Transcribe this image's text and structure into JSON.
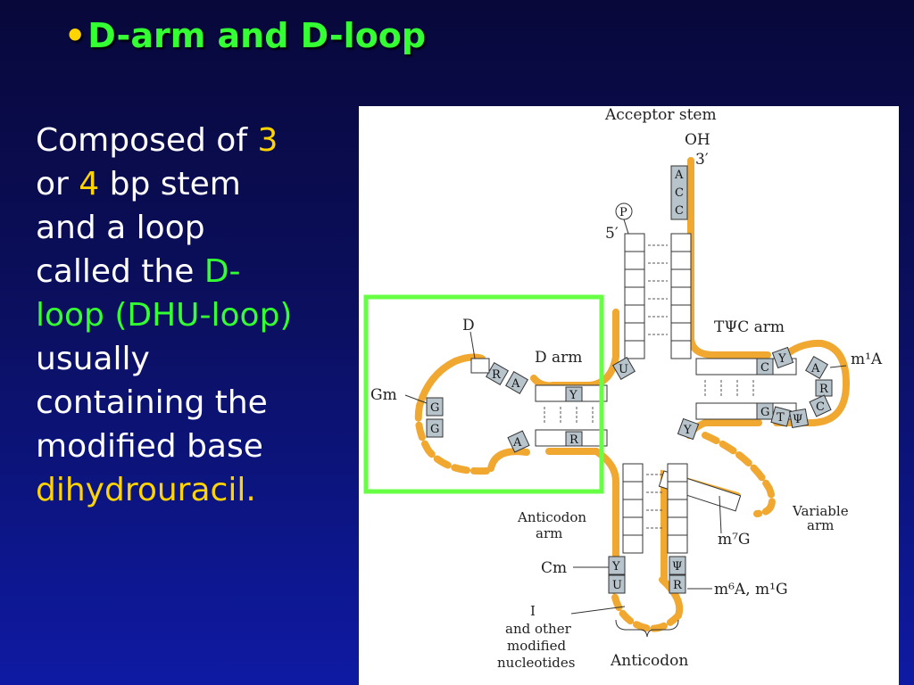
{
  "slide": {
    "title": "D-arm and D-loop",
    "bullet": "•",
    "body": {
      "l1a": "Composed of ",
      "l1b": "3",
      "l2a": "or ",
      "l2b": "4",
      "l2c": " bp stem",
      "l3": "and a loop",
      "l4a": "called the ",
      "l4b": "D-",
      "l5": "loop (DHU-loop)",
      "l6": "usually",
      "l7": "containing the",
      "l8": "modified base",
      "l9": "dihydrouracil."
    }
  },
  "diagram": {
    "labels": {
      "acceptor_stem": "Acceptor stem",
      "oh": "OH",
      "three_prime": "3′",
      "five_prime": "5′",
      "phosphate": "P",
      "d": "D",
      "d_arm": "D arm",
      "gm": "Gm",
      "tpsic_arm": "TΨC arm",
      "m1a": "m¹A",
      "variable_arm_1": "Variable",
      "variable_arm_2": "arm",
      "m7g": "m⁷G",
      "anticodon_arm_1": "Anticodon",
      "anticodon_arm_2": "arm",
      "cm": "Cm",
      "m6a_m1g": "m⁶A, m¹G",
      "i": "I",
      "other_1": "and other",
      "other_2": "modified",
      "other_3": "nucleotides",
      "anticodon": "Anticodon"
    },
    "nucleotides": {
      "acc_a": "A",
      "acc_c1": "C",
      "acc_c2": "C",
      "d_r": "R",
      "d_a": "A",
      "d_y": "Y",
      "d_a2": "A",
      "d_r2": "R",
      "d_g1": "G",
      "d_g2": "G",
      "u_conn": "U",
      "t_c": "C",
      "t_y": "Y",
      "t_a": "A",
      "t_r": "R",
      "t_c2": "C",
      "t_g": "G",
      "t_t": "T",
      "t_psi": "Ψ",
      "t_y2": "Y",
      "ac_y": "Y",
      "ac_u": "U",
      "ac_psi": "Ψ",
      "ac_r": "R"
    },
    "highlight_color": "#66ff44",
    "backbone_color": "#f0a830"
  }
}
